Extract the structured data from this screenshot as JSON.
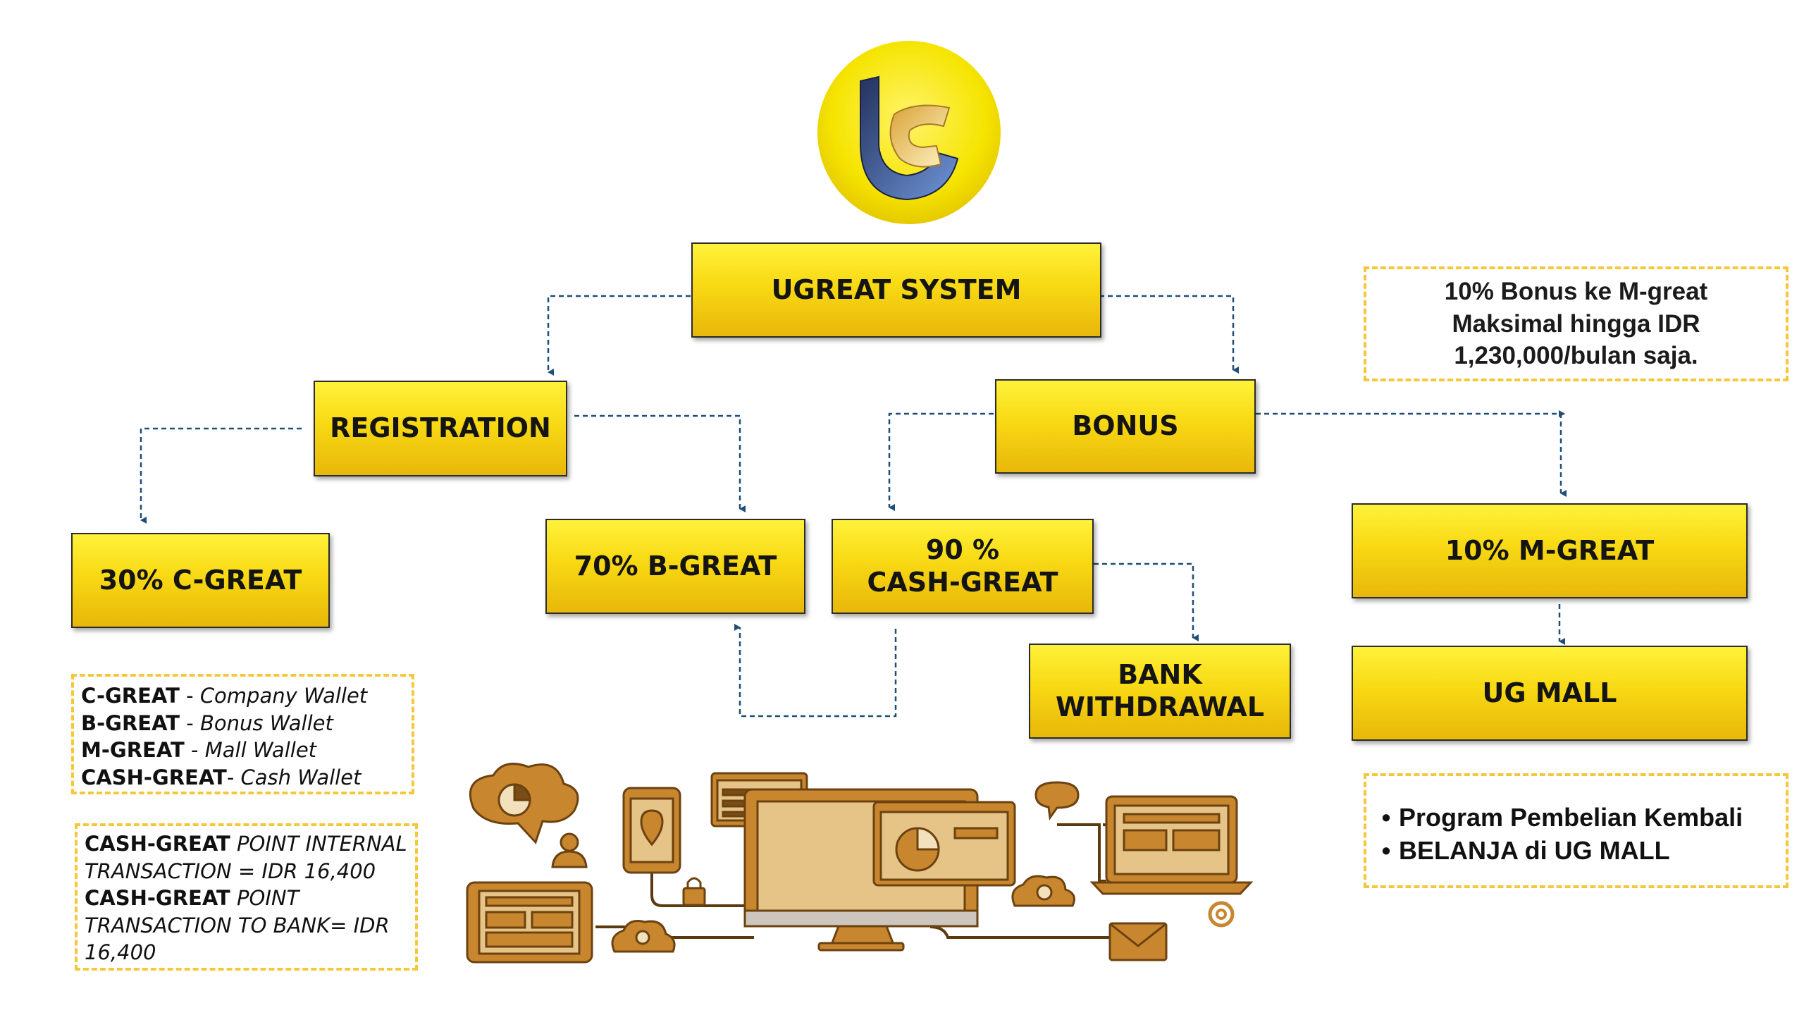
{
  "nodes": {
    "system": "UGREAT SYSTEM",
    "registration": "REGISTRATION",
    "bonus": "BONUS",
    "c_great": "30% C-GREAT",
    "b_great": "70% B-GREAT",
    "cash_great_line1": "90 %",
    "cash_great_line2": "CASH-GREAT",
    "m_great": "10% M-GREAT",
    "bank_line1": "BANK",
    "bank_line2": "WITHDRAWAL",
    "ug_mall": "UG MALL"
  },
  "bonus_note": {
    "line1": "10% Bonus ke M-great",
    "line2": "Maksimal hingga IDR",
    "line3": "1,230,000/bulan saja."
  },
  "legend": [
    {
      "term": "C-GREAT",
      "sep": " - ",
      "desc": "Company Wallet"
    },
    {
      "term": "B-GREAT",
      "sep": " - ",
      "desc": "Bonus Wallet"
    },
    {
      "term": "M-GREAT",
      "sep": " - ",
      "desc": "Mall Wallet"
    },
    {
      "term": "CASH-GREAT",
      "sep": "- ",
      "desc": "Cash Wallet"
    }
  ],
  "rates": {
    "line1_term": "CASH-GREAT",
    "line1_rest": " POINT INTERNAL",
    "line2": "TRANSACTION = IDR 16,400",
    "line3_term": "CASH-GREAT",
    "line3_rest": " POINT",
    "line4": "TRANSACTION TO BANK= IDR",
    "line5": "16,400"
  },
  "mall_note": {
    "item1": "Program Pembelian Kembali",
    "item2": "BELANJA di UG MALL"
  },
  "colors": {
    "box_fill": "#f8d914",
    "dashed_border": "#f6c73b",
    "connector": "#1f4e79",
    "illustration": "#c8862f"
  }
}
